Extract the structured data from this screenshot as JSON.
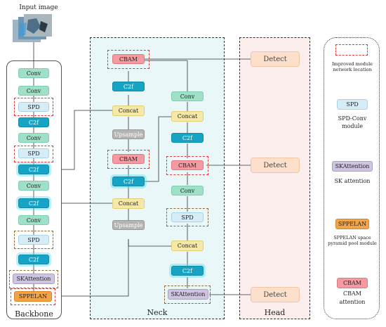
{
  "input": {
    "label": "Input image"
  },
  "sections": {
    "backbone": "Backbone",
    "neck": "Neck",
    "head": "Head"
  },
  "backbone": {
    "blocks": [
      "Conv",
      "Conv",
      "SPD",
      "C2f",
      "Conv",
      "SPD",
      "C2f",
      "Conv",
      "C2f",
      "Conv",
      "SPD",
      "C2f",
      "SKAttention",
      "SPPELAN"
    ]
  },
  "neck": {
    "left": [
      "CBAM",
      "C2f",
      "Concat",
      "Upsample",
      "CBAM",
      "C2f",
      "Concat",
      "Upsample"
    ],
    "right": [
      "Conv",
      "Concat",
      "C2f",
      "CBAM",
      "Conv",
      "SPD",
      "Concat",
      "C2f",
      "SKAttention"
    ]
  },
  "head": {
    "detect": [
      "Detect",
      "Detect",
      "Detect"
    ]
  },
  "legend": {
    "improved_label": "Improved module network location",
    "spd_block": "SPD",
    "spd_desc": "SPD-Conv module",
    "ska_block": "SKAttention",
    "ska_desc": "SK attention",
    "sppelan_block": "SPPELAN",
    "sppelan_desc": "SPPELAN space pyramid pool module",
    "cbam_block": "CBAM",
    "cbam_desc": "CBAM attention"
  },
  "colors": {
    "conv": "#9fe0c6",
    "spd": "#d6ecf6",
    "c2f": "#16a3c4",
    "concat": "#f5e8a8",
    "upsample": "#b4b4b4",
    "cbam": "#f59aa0",
    "skattention": "#cfc4e2",
    "sppelan": "#f2a44a",
    "detect": "#fde0cc",
    "neck_bg": "#e9f7f9",
    "head_bg": "#fdeeee",
    "improved": "#d63a3a"
  }
}
